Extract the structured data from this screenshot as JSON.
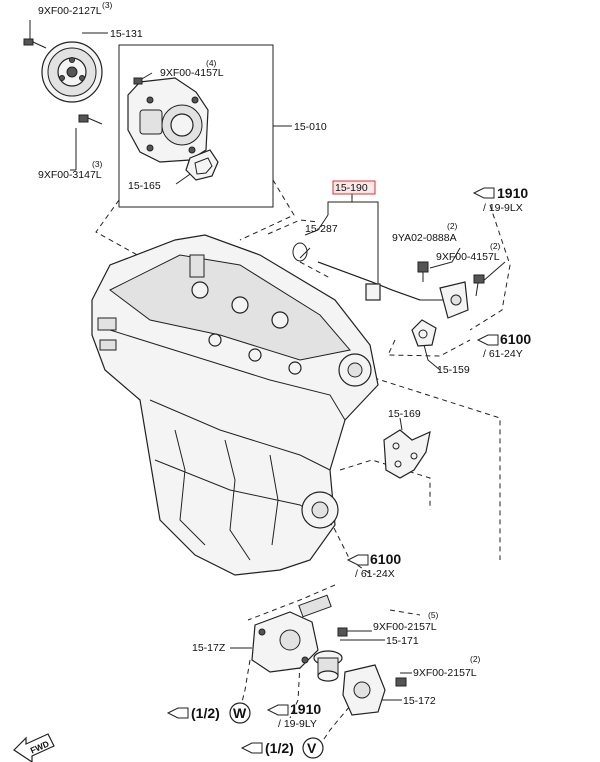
{
  "labels": {
    "bolt_pulley": "9XF00-2127L",
    "bolt_pulley_qty": "(3)",
    "pulley": "15-131",
    "bolt_pump": "9XF00-4157L",
    "bolt_pump_qty": "(4)",
    "pump_assy": "15-010",
    "bolt_lower": "9XF00-3147L",
    "bolt_lower_qty": "(3)",
    "gasket_pump": "15-165",
    "pipe_assy": "15-190",
    "oring": "15-287",
    "bolt_pipe": "9YA02-0888A",
    "bolt_pipe_qty": "(2)",
    "bolt_pipe2": "9XF00-4157L",
    "bolt_pipe2_qty": "(2)",
    "gasket_pipe": "15-159",
    "gasket_block": "15-169",
    "thermo_housing": "15-17Z",
    "bolt_thermo": "9XF00-2157L",
    "bolt_thermo_qty": "(5)",
    "thermostat": "15-171",
    "bolt_thermo2": "9XF00-2157L",
    "bolt_thermo2_qty": "(2)",
    "thermo_cover": "15-172"
  },
  "refs": {
    "ref_1910_top": "1910",
    "ref_1910_top_sub": "/ 19-9LX",
    "ref_6100_right": "6100",
    "ref_6100_right_sub": "/ 61-24Y",
    "ref_6100_mid": "6100",
    "ref_6100_mid_sub": "/ 61-24X",
    "ref_1910_bottom": "1910",
    "ref_1910_bottom_sub": "/ 19-9LY",
    "ref_w_fraction": "(1/2)",
    "ref_w_letter": "W",
    "ref_v_fraction": "(1/2)",
    "ref_v_letter": "V"
  },
  "fwd": "FWD",
  "colors": {
    "highlight": "#e03030",
    "ink": "#222222"
  }
}
